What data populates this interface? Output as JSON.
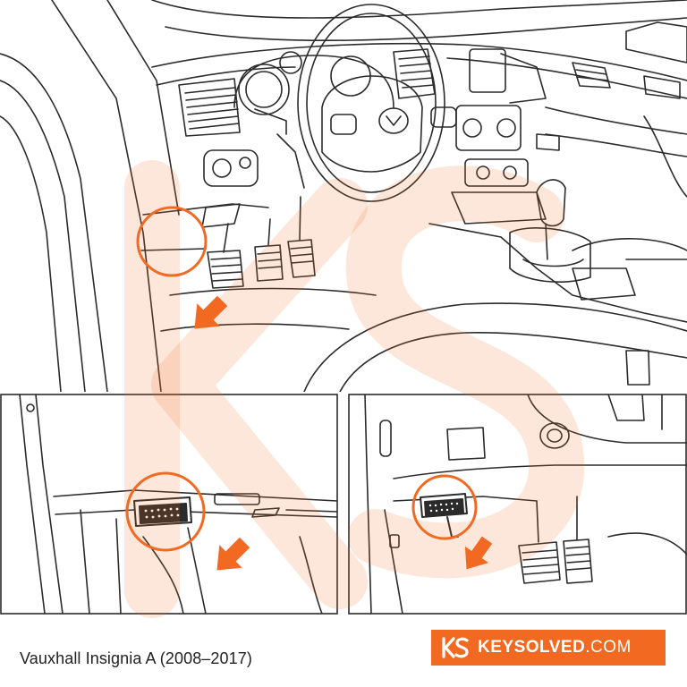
{
  "caption": "Vauxhall Insignia A (2008–2017)",
  "brand": {
    "name_bold": "KEYSOLVED",
    "name_suffix": ".COM",
    "logo_letters": "KS"
  },
  "colors": {
    "accent": "#f26a21",
    "line": "#2b2b2b",
    "watermark": "#f9d9c4"
  }
}
